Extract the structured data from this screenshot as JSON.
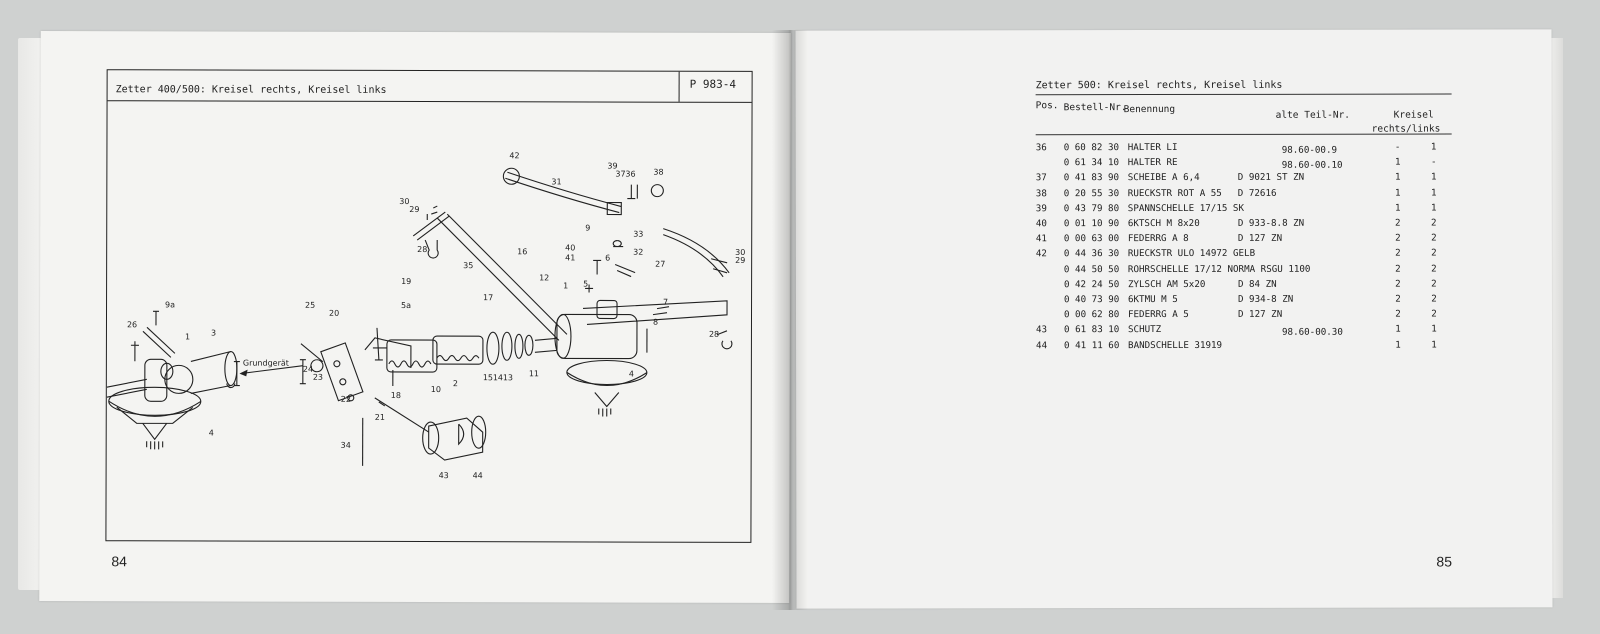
{
  "left_page": {
    "header_title": "Zetter 400/500:  Kreisel rechts,  Kreisel links",
    "drawing_code": "P 983-4",
    "page_number": "84",
    "diagram": {
      "arrow_label": "Grundgerät",
      "callouts": [
        "42",
        "31",
        "39",
        "37",
        "36",
        "38",
        "30",
        "29",
        "28",
        "9",
        "33",
        "40",
        "41",
        "6",
        "32",
        "30",
        "29",
        "16",
        "12",
        "35",
        "27",
        "19",
        "5a",
        "5",
        "1",
        "17",
        "7",
        "8",
        "28",
        "25",
        "20",
        "9a",
        "26",
        "1",
        "3",
        "24",
        "23",
        "22",
        "18",
        "10",
        "2",
        "15",
        "14",
        "13",
        "11",
        "4",
        "4",
        "21",
        "34",
        "43",
        "44"
      ]
    }
  },
  "right_page": {
    "title": "Zetter 500: Kreisel rechts, Kreisel links",
    "page_number": "85",
    "headers": {
      "pos": "Pos.",
      "part": "Bestell-Nr.",
      "name": "Benennung",
      "old": "alte Teil-Nr.",
      "kreisel": "Kreisel",
      "rl": "rechts/links"
    },
    "rows": [
      {
        "pos": "36",
        "part": "0 60 82 30",
        "name": "HALTER LI",
        "dno": "",
        "old": "98.60-00.9",
        "r": "-",
        "l": "1"
      },
      {
        "pos": "",
        "part": "0 61 34 10",
        "name": "HALTER RE",
        "dno": "",
        "old": "98.60-00.10",
        "r": "1",
        "l": "-"
      },
      {
        "pos": "37",
        "part": "0 41 83 90",
        "name": "SCHEIBE   A 6,4",
        "dno": "D 9021 ST ZN",
        "old": "",
        "r": "1",
        "l": "1"
      },
      {
        "pos": "38",
        "part": "0 20 55 30",
        "name": "RUECKSTR ROT A 55",
        "dno": "D 72616",
        "old": "",
        "r": "1",
        "l": "1"
      },
      {
        "pos": "39",
        "part": "0 43 79 80",
        "name": "SPANNSCHELLE 17/15 SK",
        "dno": "",
        "old": "",
        "r": "1",
        "l": "1"
      },
      {
        "pos": "40",
        "part": "0 01 10 90",
        "name": "6KTSCH    M 8x20",
        "dno": "D 933-8.8 ZN",
        "old": "",
        "r": "2",
        "l": "2"
      },
      {
        "pos": "41",
        "part": "0 00 63 00",
        "name": "FEDERRG   A 8",
        "dno": "D 127 ZN",
        "old": "",
        "r": "2",
        "l": "2"
      },
      {
        "pos": "42",
        "part": "0 44 36 30",
        "name": "RUECKSTR  ULO 14972 GELB",
        "dno": "",
        "old": "",
        "r": "2",
        "l": "2"
      },
      {
        "pos": "",
        "part": "0 44 50 50",
        "name": "ROHRSCHELLE 17/12 NORMA RSGU 1100",
        "dno": "",
        "old": "",
        "r": "2",
        "l": "2"
      },
      {
        "pos": "",
        "part": "0 42 24 50",
        "name": "ZYLSCH    AM 5x20",
        "dno": "D 84 ZN",
        "old": "",
        "r": "2",
        "l": "2"
      },
      {
        "pos": "",
        "part": "0 40 73 90",
        "name": "6KTMU     M 5",
        "dno": "D 934-8 ZN",
        "old": "",
        "r": "2",
        "l": "2"
      },
      {
        "pos": "",
        "part": "0 00 62 80",
        "name": "FEDERRG   A 5",
        "dno": "D 127 ZN",
        "old": "",
        "r": "2",
        "l": "2"
      },
      {
        "pos": "43",
        "part": "0 61 83 10",
        "name": "SCHUTZ",
        "dno": "",
        "old": "98.60-00.30",
        "r": "1",
        "l": "1"
      },
      {
        "pos": "44",
        "part": "0 41 11 60",
        "name": "BANDSCHELLE    31919",
        "dno": "",
        "old": "",
        "r": "1",
        "l": "1"
      }
    ]
  }
}
